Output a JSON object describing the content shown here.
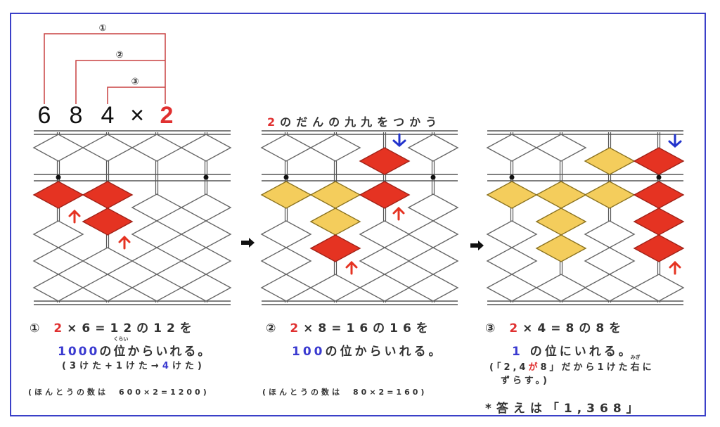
{
  "problem": {
    "digits": [
      "6",
      "8",
      "4"
    ],
    "times": "×",
    "multiplier": "2",
    "steps": [
      "①",
      "②",
      "③"
    ]
  },
  "title": {
    "num": "2",
    "rest": "のだんの九九をつかう"
  },
  "colors": {
    "red": "#e53322",
    "yellow": "#f4cd5c",
    "blue": "#2233cc",
    "frame": "#3b40c8"
  },
  "abaci": [
    {
      "columns": [
        {
          "heaven": "none",
          "earth": [
            "red"
          ]
        },
        {
          "heaven": "none",
          "earth": [
            "red",
            "red"
          ]
        },
        {
          "heaven": "none",
          "earth": []
        },
        {
          "heaven": "none",
          "earth": []
        }
      ]
    },
    {
      "columns": [
        {
          "heaven": "none",
          "earth": [
            "yellow"
          ]
        },
        {
          "heaven": "none",
          "earth": [
            "yellow",
            "yellow",
            "red"
          ]
        },
        {
          "heaven": "red",
          "earth": [
            "red"
          ]
        },
        {
          "heaven": "none",
          "earth": []
        }
      ]
    },
    {
      "columns": [
        {
          "heaven": "none",
          "earth": [
            "yellow"
          ]
        },
        {
          "heaven": "none",
          "earth": [
            "yellow",
            "yellow",
            "yellow"
          ]
        },
        {
          "heaven": "yellow",
          "earth": [
            "yellow"
          ]
        },
        {
          "heaven": "red",
          "earth": [
            "red",
            "red",
            "red"
          ]
        }
      ]
    }
  ],
  "step1": {
    "l1a": "①",
    "l1b": "2",
    "l1c": "×6=12の12を",
    "l2a": "1000",
    "l2b": "の",
    "l2c": "位",
    "l2furi": "くらい",
    "l2d": "からいれる。",
    "l3a": "(3けた+1けた→",
    "l3b": "4",
    "l3c": "けた)",
    "l4": "(ほんとうの数は　600×2=1200)"
  },
  "step2": {
    "l1a": "②",
    "l1b": "2",
    "l1c": "×8=16の16を",
    "l2a": "100",
    "l2b": "の位からいれる。",
    "l4": "(ほんとうの数は　80×2=160)"
  },
  "step3": {
    "l1a": "③",
    "l1b": "2",
    "l1c": "×4=8の8を",
    "l2a": "1",
    "l2b": "の位にいれる。",
    "l3a": "(「2,4",
    "l3b": "が",
    "l3c": "8」だから1けた",
    "l3d": "右",
    "l3furi": "みぎ",
    "l3e": "に",
    "l4": "ずらす。)",
    "answer": "*答えは「1,368」"
  }
}
